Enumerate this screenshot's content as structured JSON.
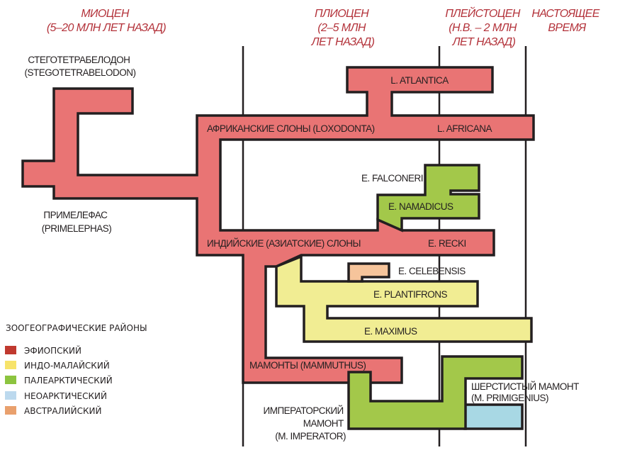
{
  "periods": [
    {
      "lines": [
        "МИОЦЕН",
        "(5–20 МЛН ЛЕТ НАЗАД)"
      ]
    },
    {
      "lines": [
        "ПЛИОЦЕН",
        "(2–5 МЛН",
        "ЛЕТ НАЗАД)"
      ]
    },
    {
      "lines": [
        "ПЛЕЙСТОЦЕН",
        "(Н.В. – 2 МЛН",
        "ЛЕТ НАЗАД)"
      ]
    },
    {
      "lines": [
        "НАСТОЯЩЕЕ",
        "ВРЕМЯ"
      ]
    }
  ],
  "taxa": {
    "stegotetrabelodon": [
      "СТЕГОТЕТРАБЕЛОДОН",
      "(STEGOTETRABELODON)"
    ],
    "primelephas": [
      "ПРИМЕЛЕФАС",
      "(PRIMELEPHAS)"
    ],
    "african": "АФРИКАНСКИЕ СЛОНЫ (LOXODONTA)",
    "l_africana": "L. AFRICANA",
    "l_atlantica": "L. ATLANTICA",
    "e_falconeri": "E. FALCONERI",
    "e_namadicus": "E. NAMADICUS",
    "asian": "ИНДИЙСКИЕ (АЗИАТСКИЕ) СЛОНЫ",
    "e_recki": "E. RECKI",
    "e_celebensis": "E. CELEBENSIS",
    "e_plantifrons": "E. PLANTIFRONS",
    "e_maximus": "E. MAXIMUS",
    "mammoths": "МАМОНТЫ (MAMMUTHUS)",
    "woolly": [
      "ШЕРСТИСТЫЙ МАМОНТ",
      "(M. PRIMIGENIUS)"
    ],
    "imperial": [
      "ИМПЕРАТОРСКИЙ",
      "МАМОНТ",
      "(M. IMPERATOR)"
    ]
  },
  "legend": {
    "title": "ЗООГЕОГРАФИЧЕСКИЕ РАЙОНЫ",
    "items": [
      {
        "label": "ЭФИОПСКИЙ",
        "color": "#c0392f"
      },
      {
        "label": "ИНДО-МАЛАЙСКИЙ",
        "color": "#f7e36a"
      },
      {
        "label": "ПАЛЕАРКТИЧЕСКИЙ",
        "color": "#8cc43f"
      },
      {
        "label": "НЕОАРКТИЧЕСКИЙ",
        "color": "#bcd9ee"
      },
      {
        "label": "АВСТРАЛИЙСКИЙ",
        "color": "#e9a06d"
      }
    ]
  },
  "region_colors": {
    "ethiopian": "#e97474",
    "indo_malayan": "#f1ed93",
    "palearctic": "#a3c84a",
    "nearctic": "#a8d8e4",
    "australian": "#f6c49b"
  }
}
